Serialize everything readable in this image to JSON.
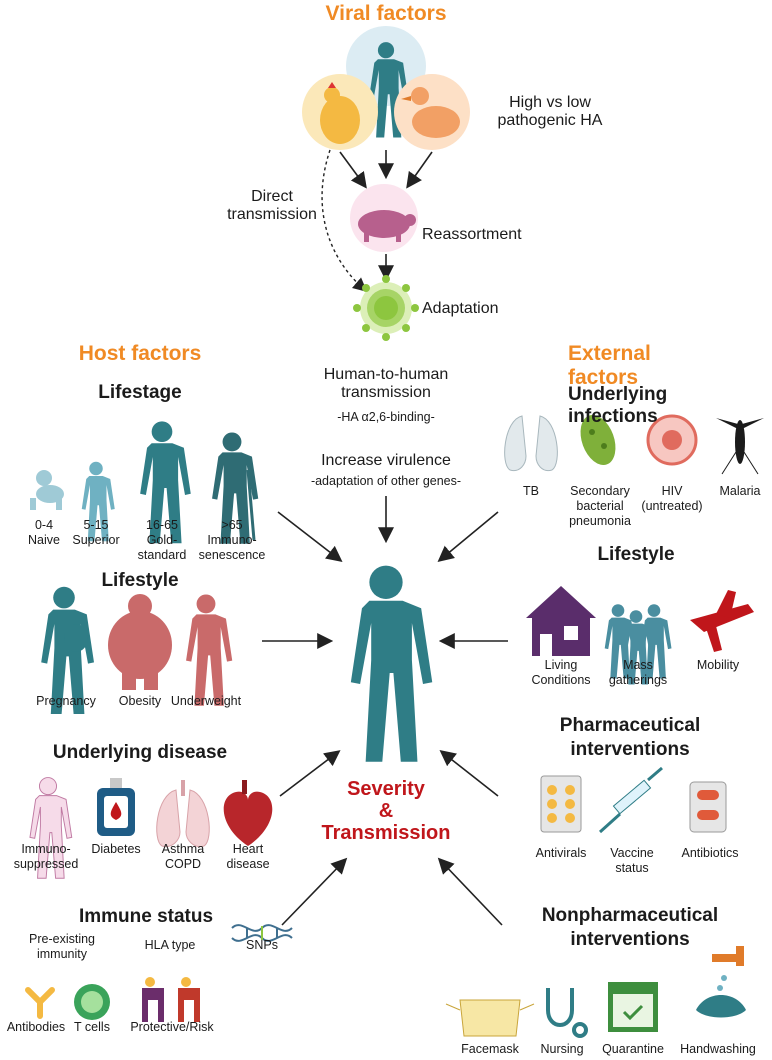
{
  "viral": {
    "title": "Viral factors",
    "pathogenic": "High vs low pathogenic HA",
    "direct": "Direct transmission",
    "reassortment": "Reassortment",
    "adaptation": "Adaptation",
    "h2h": "Human-to-human transmission",
    "binding": "-HA α2,6-binding-",
    "virulence": "Increase virulence",
    "genes": "-adaptation of other genes-"
  },
  "host": {
    "title": "Host factors",
    "lifestage": {
      "title": "Lifestage",
      "items": [
        {
          "age": "0-4",
          "label": "Naive"
        },
        {
          "age": "5-15",
          "label": "Superior"
        },
        {
          "age": "16-65",
          "label": "Gold-standard"
        },
        {
          "age": ">65",
          "label": "Immuno-senescence"
        }
      ]
    },
    "lifestyle": {
      "title": "Lifestyle",
      "items": [
        "Pregnancy",
        "Obesity",
        "Underweight"
      ]
    },
    "disease": {
      "title": "Underlying disease",
      "items": [
        "Immuno-suppressed",
        "Diabetes",
        "Asthma COPD",
        "Heart disease"
      ]
    },
    "immune": {
      "title": "Immune status",
      "preexisting": "Pre-existing immunity",
      "hla": "HLA type",
      "snps": "SNPs",
      "antibodies": "Antibodies",
      "tcells": "T cells",
      "protective": "Protective/Risk"
    }
  },
  "external": {
    "title": "External factors",
    "infections": {
      "title": "Underlying infections",
      "items": [
        "TB",
        "Secondary bacterial pneumonia",
        "HIV (untreated)",
        "Malaria"
      ]
    },
    "lifestyle": {
      "title": "Lifestyle",
      "items": [
        "Living Conditions",
        "Mass gatherings",
        "Mobility"
      ]
    },
    "pharma": {
      "title": "Pharmaceutical interventions",
      "items": [
        "Antivirals",
        "Vaccine status",
        "Antibiotics"
      ]
    },
    "nonpharma": {
      "title": "Nonpharmaceutical interventions",
      "items": [
        "Facemask",
        "Nursing",
        "Quarantine",
        "Handwashing"
      ]
    }
  },
  "center": {
    "severity": "Severity",
    "amp": "&",
    "transmission": "Transmission"
  },
  "colors": {
    "orange": "#f08a24",
    "teal": "#2f7d86",
    "red": "#c0161b",
    "pink": "#c96a6a",
    "green": "#8dc63f",
    "purple": "#5a2d6b"
  }
}
